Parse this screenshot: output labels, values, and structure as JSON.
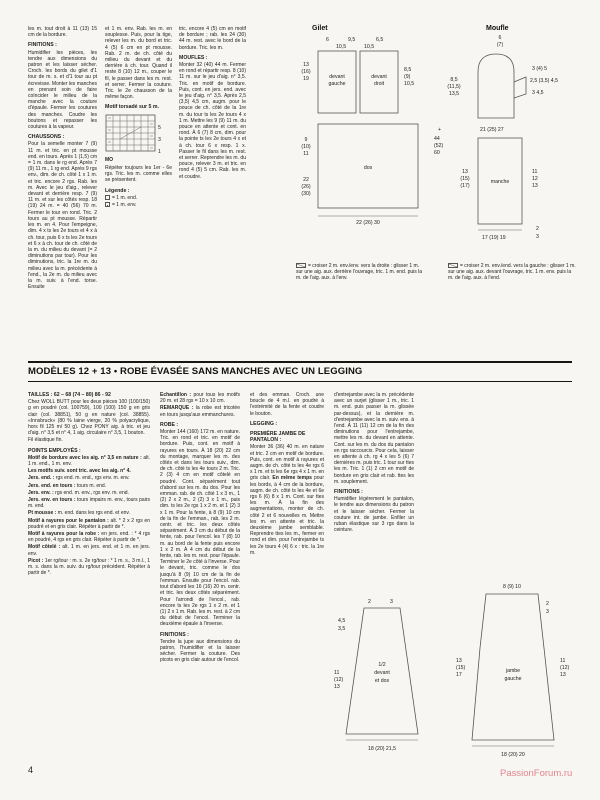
{
  "header": {
    "title": "MODÈLES 12 + 13 • ROBE ÉVASÉE SANS MANCHES AVEC UN LEGGING"
  },
  "footer": {
    "page_number": "4",
    "watermark": "PassionForum.ru"
  },
  "top": {
    "col1": {
      "p1": "les m. tout droit à 11 (13) 15 cm de la bordure.",
      "h1": "FINITIONS :",
      "p2": "Humidifier les pièces, les tendre aux dimensions du patron et les laisser sécher. Croch. les bords du gilet d'1 tour de m. s. et d'1 tour au pt écrevisse. Monter les manches en prenant soin de faire coïncider le milieu de la manche avec la couture d'épaule. Fermer les coutures des manches. Coudre les boutons et repasser les coutures à la vapeur.",
      "h2": "CHAUSSONS :",
      "p3": "Pour la semelle monter 7 (9) 11 m. et tric. en pt mousse end. en tours. Après 1 (1,5) cm = 1 m. dans le rg end. Après 7 (9) 11 m., 1 rg end. Après 9 rgs env., dim. de ch. côté 1 x 1 m. et tric. encore 2 rgs. Rab. les m. Avec le jeu d'aig., relever devant et derrière resp. 7 (9) 11 m. et sur les côtés resp. 18 (19) 24 m. = 40 (56) 70 m. Fermer le tour en rond. Tric. 2 tours au pt mousse. Répartir les m. en 4. Pour l'empeigne, dim. 4 x ts les 2e tours et 4 x à ch. tour, puis 6 x ts les 2e tours et 6 x à ch. tour de ch. côté de la m. du milieu du devant (= 2 diminutions par tour). Pour les diminutions, tric. la 1re m. du milieu avec la m. précédente à l'end., la 2e m. du milieu avec la m. suiv. à l'end. torse. Ensuite"
    },
    "col2": {
      "p1": "et 1 m. env. Rab. les m. en souplesse. Puis, pour la tige, relever les m. du bord et tric. 4 (5) 6 cm en pt mousse. Rab. 2 m. de ch. côté du milieu du devant et du derrière à ch. tour. Quand il reste 8 (10) 12 m., couper le fil, le passer dans les m. rest. et serrer. Fermer la couture. Tric. le 2e chausson de la même façon.",
      "motif_title": "Motif torsadé sur 5 m.",
      "chart_rows": [
        "5",
        "3",
        "1"
      ],
      "chart_caption": "MO",
      "repeat_note": "Répéter toujours les 1er - 6e rgs. Tric. les m. comme elles se présentent.",
      "legend_title": "Légende :",
      "legend": [
        "= 1 m. end.",
        "= 1 m. env."
      ]
    },
    "col3": {
      "p1": "tric. encore 4 (5) cm en motif de bordure ; rab. les 24 (30) 44 m. rest. avec le bord de la bordure. Tric. les m.",
      "h1": "MOUFLES :",
      "p2": "Monter 32 (40) 44 m. Fermer en rond et répartir resp. 8 (10) 11 m. sur le jeu d'aig. n° 3,5. Tric. en motif de bordure. Puis, cont. en jers. end. avec le jeu d'aig. n° 3,5. Après 2,5 (3,5) 4,5 cm, augm. pour le pouce de ch. côté de la 1re m. du tour ts les 2e tours 4 x 1 m. Mettre les 9 (9) 11 m. du pouce en attente et cont. en rond. À 6 (7) 8 cm, dim. pour la pointe ts les 2e tours 4 x et à ch. tour 6 x resp. 1 x. Passer le fil dans les m. rest. et serrer. Reprendre les m. du pouce, relever 3 m. et tric. en rond 4 (5) 5 cm. Rab. les m. et coudre."
    },
    "notes": {
      "left": "= croiser 2 m. env./env. vers la droite : glisser 1 m. sur une aig. aux. derrière l'ouvrage, tric. 1 m. end. puis la m. de l'aig. aux. à l'env.",
      "right": "= croiser 2 m. env./end. vers la gauche : glisser 1 m. sur une aig. aux. devant l'ouvrage, tric. 1 m. env. puis la m. de l'aig. aux. à l'end."
    },
    "gilet": {
      "title": "Gilet",
      "tw": [
        "6",
        "9,5",
        "6,5"
      ],
      "tw2": [
        "10,5",
        "10,5"
      ],
      "left1": [
        "13",
        "(16)",
        "19"
      ],
      "left2": [
        "9",
        "(10)",
        "11"
      ],
      "left3": [
        "22",
        "(26)",
        "(30)"
      ],
      "mid1": [
        "8,5",
        "(9)",
        "10,5"
      ],
      "right1": [
        "44",
        "(52)",
        "60"
      ],
      "plus": "+",
      "fl": [
        "devant",
        "gauche"
      ],
      "fr": [
        "devant",
        "droit"
      ],
      "back": "dos",
      "bottom": "22 (26) 30"
    },
    "moufle": {
      "title": "Moufle",
      "top": [
        "6",
        "(7)"
      ],
      "left1": [
        "8,5",
        "(11,5)",
        "13,5"
      ],
      "right": [
        "3 (4) 5",
        "2,5 (3,5) 4,5",
        "3 4,5"
      ],
      "mid": "21 (25) 27",
      "sleeve": "manche",
      "sleft": [
        "13",
        "(15)",
        "(17)"
      ],
      "sright": [
        "11",
        "12",
        "13"
      ],
      "bottom": "17 (19) 19",
      "ticks": [
        "2",
        "3"
      ]
    }
  },
  "bottom": {
    "colA": {
      "h1": "TAILLES : 62 – 68 (74 – 80) 86 - 92",
      "p1": "Chez WOLL BUTT pour les deux pièces 100 (100/150) g en poudré (col. 100759), 100 (100) 150 g en gris clair (col. 38851), 50 g en nature (col. 38855). «Innsbruck» (80 % laine vierge, 20 % polyacrylique, hors fil 125 m/ 50 g). Chez PONY aig. à tric. et jeu d'aig. n° 3,5 et n° 4, 1 aig. circulaire n° 3,5, 1 bouton.",
      "p2": "Fil élastique fin.",
      "h2": "POINTS EMPLOYÉS :",
      "p3b": "Motif de bordure avec les aig. n° 3,5 en nature :",
      "p3": " alt. 1 m. end., 1 m. env.",
      "p4b": "Les motifs suiv. sont tric. avec les aig. n° 4.",
      "p5b": "Jers. end. :",
      "p5": " rgs end. m. end., rgs env. m. env.",
      "p6b": "Jers. end. en tours :",
      "p6": " tours m. end.",
      "p7b": "Jers. env. :",
      "p7": " rgs end. m. env., rgs env. m. end.",
      "p8b": "Jers. env. en tours :",
      "p8": " tours impairs m. env., tours pairs m. end.",
      "p9b": "Pt mousse :",
      "p9": " m. end. dans les rgs end. et env.",
      "p10b": "Motif à rayures pour le pantalon :",
      "p10": " alt. * 2 x 2 rgs en poudré et en gris clair. Répéter à partir de *.",
      "p11b": "Motif à rayures pour la robe :",
      "p11": " en jers. end. : * 4 rgs en poudré, 4 rgs en gris clair. Répéter à partir de *.",
      "p12b": "Motif côtelé :",
      "p12": " alt. 1 m. en jers. end. et 1 m. en jers. env.",
      "p13b": "Picot :",
      "p13": " 1er rg/tour : m. s. 2e rg/tour : * 1 m. s., 3 m.l., 1 m. s. dans la m. suiv. du rg/tour précédent. Répéter à partir de *."
    },
    "colB": {
      "p1b": "Échantillon :",
      "p1": " pour tous les motifs 20 m. et 28 rgs = 10 x 10 cm.",
      "p2b": "REMARQUE :",
      "p2": " la robe est tricotée en tours jusqu'aux emmanchures.",
      "h1": "ROBE :",
      "p3": "Monter 144 (160) 172 m. en nature. Tric. en rond et tric. en motif de bordure. Puis, cont. en motif à rayures en tours. À 18 (20) 22 cm du montage, marquer les m. des côtés et dans les tours suiv., dim. de ch. côté ts les 4e tours 2 m. Tric. 2 (3) 4 cm en motif côtelé en poudré. Cont. séparément tout d'abord sur les m. du dos. Pour les emman. rab. de ch. côté 1 x 3 m., 1 (2) 2 x 2 m., 2 (2) 3 x 1 m., puis dim. ts les 2e rgs 1 x 2 m. et 1 (2) 3 x 1 m. Pour la fente, à 8 (9) 10 cm de la fin de l'emman., rab. les 2 m. centr. et tric. les deux côtés séparément. À 3 cm du début de la fente, rab. pour l'encol. les 7 (8) 10 m. au bord de la fente puis encore 1 x 2 m. À 4 cm du début de la fente, rab. les m. rest. pour l'épaule. Terminer le 2e côté à l'inverse. Pour le devant, tric. comme le dos jusqu'à 8 (9) 10 cm de la fin de l'emman. Ensuite pour l'encol. rab. tout d'abord les 16 (16) 20 m. centr. et tric. les deux côtés séparément. Pour l'arrondi de l'encol., rab. encore ts les 2e rgs 1 x 2 m. et 1 (1) 2 x 1 m. Rab. les m. rest. à 2 cm du début de l'encol. Terminer la deuxième épaule à l'inverse.",
      "h2": "FINITIONS :",
      "p4": "Tendre la jupe aux dimensions du patron, l'humidifier et la laisser sécher. Fermer la couture. Des picots en gris clair autour de l'encol."
    },
    "colC": {
      "p1": "et des emman. Croch. une boucle de 4 m.l. en poudré à l'extrémité de la fente et coudre le bouton.",
      "h1": "LEGGING :",
      "h2": "PREMIÈRE JAMBE DE PANTALON :",
      "p2a": "Monter 36 (36) 40 m. en nature et tric. 2 cm en motif de bordure. Puis, cont. en motif à rayures et augm. de ch. côté ts les 4e rgs 6 x 1 m. et ts les 6e rgs 4 x 1 m. en gris clair. ",
      "p2b": "En même temps",
      "p2c": " pour les bords, à 4 cm de la bordure, augm. de ch. côté ts les 4e et 6e rgs 6 (6) 8 x 1 m. Cont. sur ttes les m. À la fin des augmentations, monter de ch. côté 2 et 6 nouvelles m. Mettre les m. en attente et tric. la deuxième jambe semblable. Reprendre ttes les m., fermer en rond et dim. pour l'entrejambe ts les 2e tours 4 (4) 6 x : tric. la 1re m."
    },
    "colD": {
      "p1": "d'entrejambe avec la m. précédente avec un surjet (glisser 1 m., tric. 1 m. end. puis passer la m. glissée par-dessus), et la dernière m. d'entrejambe avec la m. suiv. ens. à l'end. À 11 (11) 12 cm de la fin des diminutions pour l'entrejambe, mettre les m. du devant en attente. Cont. sur les m. du dos du pantalon en rgs raccourcis. Pour cela, laisser en attente à ch. rg 4 x les 5 (6) 7 dernières m. puis tric. 1 tour sur ttes les m. Tric. 1 (1) 2 cm en motif de bordure en gris clair et rab. ttes les m. souplement.",
      "h1": "FINITIONS :",
      "p2": "Humidifier légèrement le pantalon, le tendre aux dimensions du patron et le laisser sécher. Fermer la couture int. de jambe. Enfiler un ruban élastique sur 3 rgs dans la ceinture."
    },
    "diagrams": {
      "robe": {
        "label": [
          "1/2",
          "devant",
          "et dos"
        ],
        "lefttop": [
          "4,5",
          "3,5"
        ],
        "left": [
          "11",
          "(12)",
          "13"
        ],
        "ticks": [
          "2",
          "3"
        ],
        "bottom": "18 (20) 21,5"
      },
      "jambe": {
        "label": [
          "jambe",
          "gauche"
        ],
        "top": "8 (9) 10",
        "left": [
          "13",
          "(15)",
          "17"
        ],
        "right": [
          "11",
          "(12)",
          "13"
        ],
        "ticks": [
          "2",
          "3"
        ],
        "bottom": "18 (20) 20"
      }
    }
  }
}
